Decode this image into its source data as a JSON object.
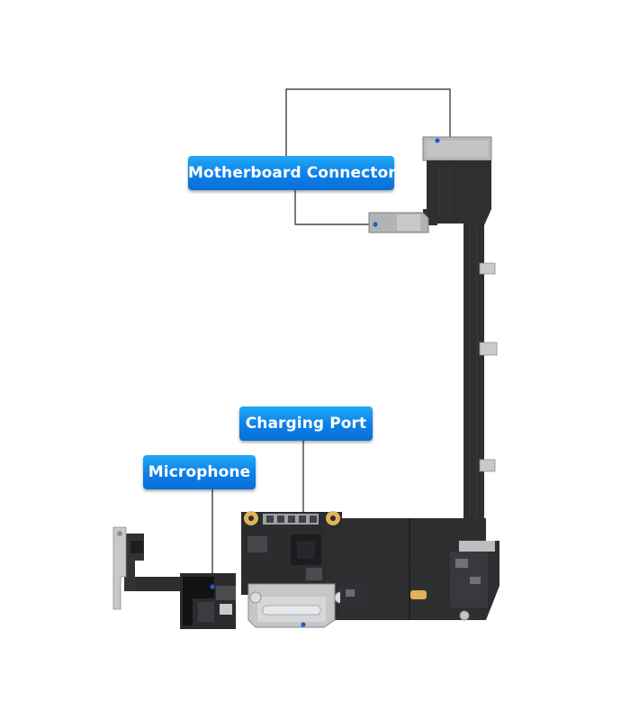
{
  "callouts": {
    "motherboard_connector": "Motherboard Connector",
    "charging_port": "Charging Port",
    "microphone": "Microphone"
  },
  "colors": {
    "callout_top": "#22aaf6",
    "callout_bottom": "#0a6fd6",
    "flex_cable": "#2d2e30",
    "metal_shield": "#a9abae",
    "gold_tab": "#e2b258",
    "leader_line": "#222222",
    "marker_dot": "#1f5fbf"
  }
}
